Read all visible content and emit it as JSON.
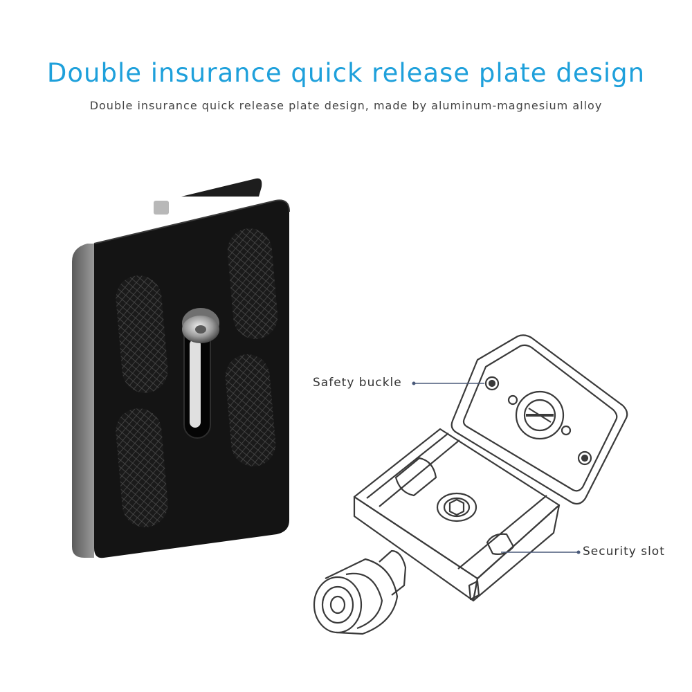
{
  "header": {
    "title": "Double insurance quick release plate design",
    "subtitle": "Double insurance quick release plate design, made by aluminum-magnesium alloy"
  },
  "callouts": {
    "safety_buckle": "Safety buckle",
    "security_slot": "Security slot"
  },
  "colors": {
    "title": "#1ea0db",
    "subtitle": "#444444",
    "plate": "#141414",
    "line_art": "#3a3a3a"
  }
}
